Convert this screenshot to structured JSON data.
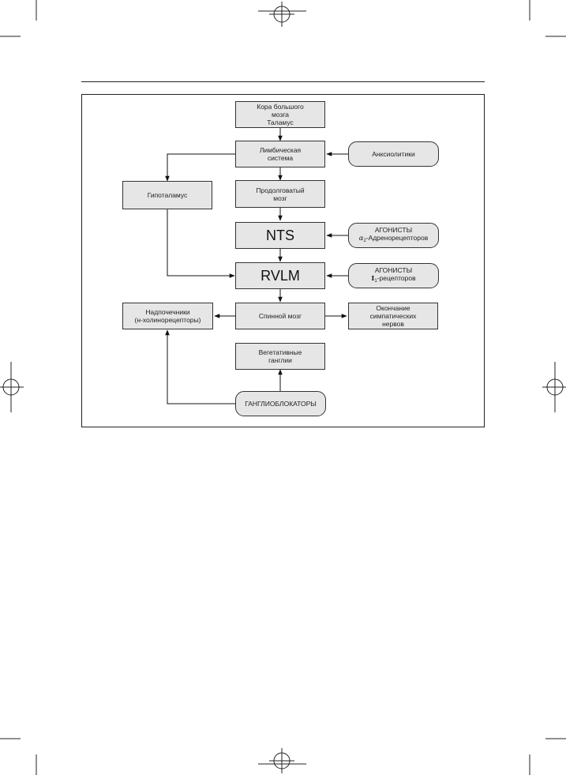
{
  "diagram": {
    "boxes": {
      "cortex": {
        "lines": [
          "Кора большого",
          "мозга",
          "Таламус"
        ]
      },
      "limbic": {
        "lines": [
          "Лимбическая",
          "система"
        ]
      },
      "anxiolytics": {
        "lines": [
          "Анксиолитики"
        ]
      },
      "hypothalamus": {
        "lines": [
          "Гипоталамус"
        ]
      },
      "medulla": {
        "lines": [
          "Продолговатый",
          "мозг"
        ]
      },
      "nts": {
        "lines": [
          "NTS"
        ]
      },
      "agonists_alpha": {
        "title": "АГОНИСТЫ",
        "symbol": "α",
        "subscript": "2",
        "suffix": "-Адренорецепторов"
      },
      "rvlm": {
        "lines": [
          "RVLM"
        ]
      },
      "agonists_i": {
        "title": "АГОНИСТЫ",
        "symbol": "I",
        "subscript": "1",
        "suffix": "-рецепторов"
      },
      "adrenal": {
        "lines": [
          "Надпочечники",
          "(н-холинорецепторы)"
        ]
      },
      "spinal": {
        "lines": [
          "Спинной мозг"
        ]
      },
      "sympathetic": {
        "lines": [
          "Окончание",
          "симпатических",
          "нервов"
        ]
      },
      "ganglia": {
        "lines": [
          "Вегетативные",
          "ганглии"
        ]
      },
      "ganglioblockers": {
        "lines": [
          "ГАНГЛИОБЛОКАТОРЫ"
        ]
      }
    }
  }
}
